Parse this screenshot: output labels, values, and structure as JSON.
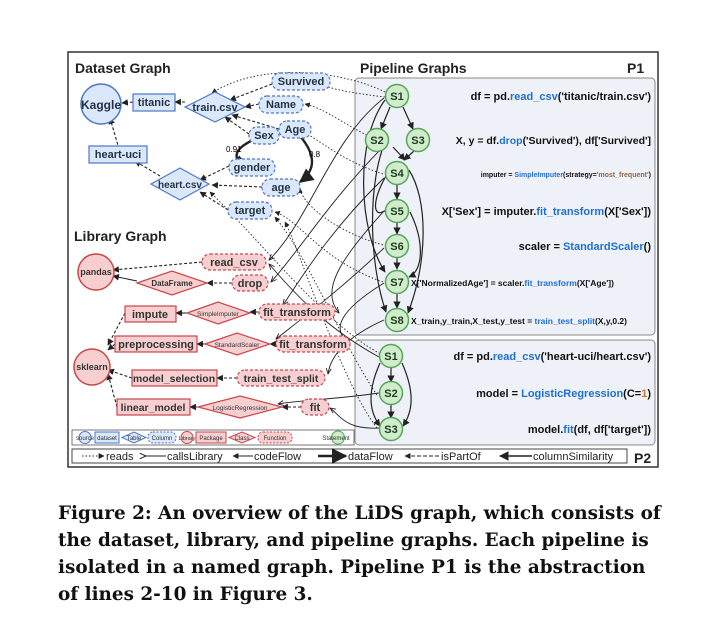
{
  "panels": {
    "dataset": "Dataset Graph",
    "library": "Library Graph",
    "pipeline": "Pipeline Graphs",
    "p1": "P1",
    "p2": "P2"
  },
  "dataset_nodes": {
    "kaggle": "Kaggle",
    "titanic": "titanic",
    "train_csv": "train.csv",
    "survived": "Survived",
    "name": "Name",
    "sex": "Sex",
    "age_col": "Age",
    "heart_uci": "heart-uci",
    "heart_csv": "heart.csv",
    "gender": "gender",
    "age": "age",
    "target": "target",
    "w1": "0.91",
    "w2": "0.8"
  },
  "library_nodes": {
    "pandas": "pandas",
    "read_csv": "read_csv",
    "dataframe": "DataFrame",
    "drop": "drop",
    "impute": "impute",
    "simpleimputer": "SimpleImputer",
    "fit_transform1": "fit_transform",
    "preprocessing": "preprocessing",
    "standardscaler": "StandardScaler",
    "fit_transform2": "fit_transform",
    "sklearn": "sklearn",
    "model_selection": "model_selection",
    "train_test_split": "train_test_split",
    "linear_model": "linear_model",
    "logisticregression": "LogisticRegression",
    "fit": "fit"
  },
  "p1_statements": [
    {
      "label": "S1",
      "code": [
        [
          "df = pd.",
          "#111"
        ],
        [
          "read_csv",
          "#1f6fd6"
        ],
        [
          "('titanic/train.csv')",
          "#111"
        ]
      ]
    },
    {
      "label": "S2",
      "code": []
    },
    {
      "label": "S3",
      "code": [
        [
          "X, y = df.",
          "#111"
        ],
        [
          "drop",
          "#1f6fd6"
        ],
        [
          "('Survived'), df['Survived']",
          "#111"
        ]
      ]
    },
    {
      "label": "S4",
      "code": [
        [
          "imputer = ",
          "#111"
        ],
        [
          "SimpleImputer",
          "#1f6fd6"
        ],
        [
          "(strategy=",
          "#111"
        ],
        [
          "'most_frequent'",
          "#8a6a3c"
        ],
        [
          ")",
          "#111"
        ]
      ]
    },
    {
      "label": "S5",
      "code": [
        [
          "X['Sex'] = imputer.",
          "#111"
        ],
        [
          "fit_transform",
          "#1f6fd6"
        ],
        [
          "(X['Sex'])",
          "#111"
        ]
      ]
    },
    {
      "label": "S6",
      "code": [
        [
          "scaler = ",
          "#111"
        ],
        [
          "StandardScaler",
          "#1f6fd6"
        ],
        [
          "()",
          "#111"
        ]
      ]
    },
    {
      "label": "S7",
      "code": [
        [
          "X['NormalizedAge'] = scaler.",
          "#111"
        ],
        [
          "fit_transform",
          "#1f6fd6"
        ],
        [
          "(X['Age'])",
          "#111"
        ]
      ]
    },
    {
      "label": "S8",
      "code": [
        [
          "X_train,y_train,X_test,y_test = ",
          "#111"
        ],
        [
          "train_test_split",
          "#1f6fd6"
        ],
        [
          "(X,y,0.2)",
          "#111"
        ]
      ]
    }
  ],
  "p2_statements": [
    {
      "label": "S1",
      "code": [
        [
          "df = pd.",
          "#111"
        ],
        [
          "read_csv",
          "#1f6fd6"
        ],
        [
          "('heart-uci/heart.csv')",
          "#111"
        ]
      ]
    },
    {
      "label": "S2",
      "code": [
        [
          "model = ",
          "#111"
        ],
        [
          "LogisticRegression",
          "#1f6fd6"
        ],
        [
          "(C=",
          "#111"
        ],
        [
          "1",
          "#c47a2c"
        ],
        [
          ")",
          "#111"
        ]
      ]
    },
    {
      "label": "S3",
      "code": [
        [
          "model.",
          "#111"
        ],
        [
          "fit",
          "#1f6fd6"
        ],
        [
          "(df, df['target'])",
          "#111"
        ]
      ]
    }
  ],
  "node_legend": [
    "source",
    "dataset",
    "Table",
    "Column",
    "Library",
    "Package",
    "Class",
    "Function",
    "Statement"
  ],
  "edge_legend": [
    "reads",
    "callsLibrary",
    "codeFlow",
    "dataFlow",
    "isPartOf",
    "columnSimilarity"
  ],
  "caption": "Figure 2: An overview of the LiDS graph, which consists of the dataset, library, and pipeline graphs. Each pipeline is isolated in a named graph. Pipeline P1 is the abstraction of lines 2-10 in Figure 3.",
  "colors": {
    "blue_fill": "#dbe7fb",
    "blue_stroke": "#4a78c8",
    "red_fill": "#f7cfd0",
    "red_stroke": "#c9474b",
    "green_fill": "#cfeccb",
    "green_stroke": "#57a55a",
    "pipeline_bg": "#eef1f7",
    "code_blue": "#1f6fd6"
  }
}
